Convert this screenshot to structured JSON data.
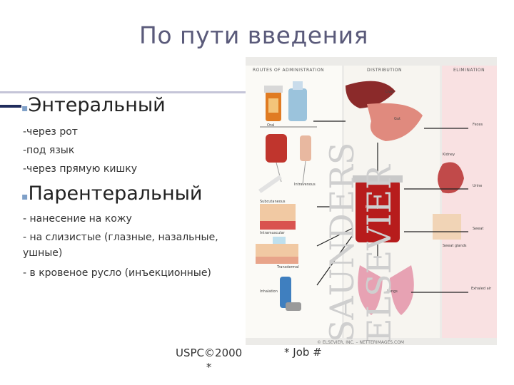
{
  "title": "По пути введения",
  "enteral": {
    "heading": "Энтеральный",
    "items": [
      "-через рот",
      "-под язык",
      "-через прямую кишку"
    ]
  },
  "parenteral": {
    "heading": "Парентеральный",
    "items": [
      "- нанесение на кожу",
      "- на слизистые (глазные, назальные,",
      "ушные)",
      "- в кровеное русло (инъекционные)"
    ]
  },
  "footer": {
    "left_line1": "USPC©2000",
    "left_line2": "*",
    "right": "* Job #"
  },
  "figure": {
    "headers": [
      "ROUTES OF ADMINISTRATION",
      "DISTRIBUTION",
      "ELIMINATION"
    ],
    "labels": {
      "oral": "Oral",
      "liver": "Liver",
      "gut": "Gut",
      "feces": "Feces",
      "kidney": "Kidney",
      "intravenous": "Intravenous",
      "urine": "Urine",
      "subcutaneous": "Subcutaneous",
      "blood_plasma": "Blood plasma",
      "intramuscular": "Intramuscular",
      "sweat": "Sweat",
      "sweat_glands": "Sweat glands",
      "transdermal": "Transdermal",
      "inhalation": "Inhalation",
      "lungs": "Lungs",
      "exhaled_air": "Exhaled air"
    },
    "watermark1": "SAUNDERS",
    "watermark2": "ELSEVIER",
    "copyright": "© ELSEVIER, INC. – NETTERIMAGES.COM"
  }
}
